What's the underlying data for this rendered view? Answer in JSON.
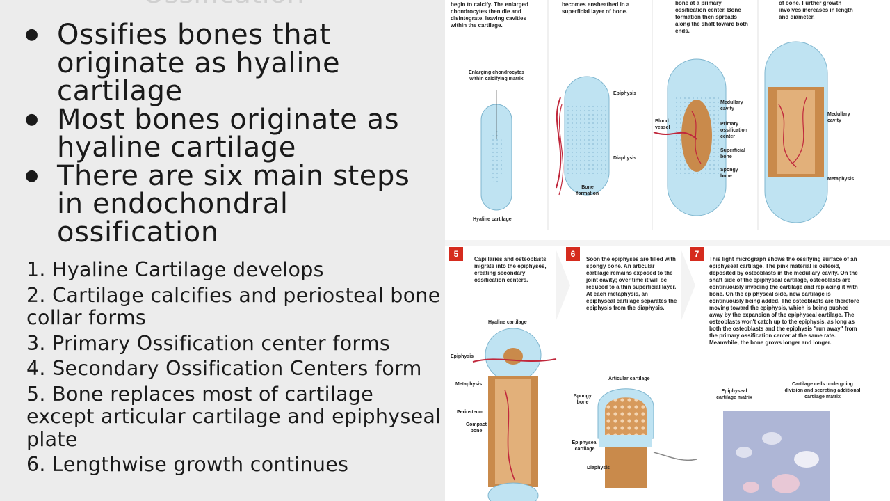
{
  "slide": {
    "title": "Ossification",
    "bullets": [
      {
        "text": "Ossifies bones that originate as hyaline cartilage"
      },
      {
        "text": "Most bones originate as hyaline cartilage"
      },
      {
        "text": "There are six main steps in endochondral ossification"
      }
    ],
    "steps": [
      "1. Hyaline Cartilage develops",
      "2. Cartilage calcifies and periosteal bone collar forms",
      "3. Primary Ossification center forms",
      "4. Secondary Ossification Centers form",
      "5. Bone replaces most of cartilage except articular cartilage and epiphyseal plate",
      "6. Lengthwise growth continues"
    ]
  },
  "figure": {
    "top_texts": [
      "begin to calcify. The enlarged chondrocytes then die and disintegrate, leaving cavities within the cartilage.",
      "becomes ensheathed in a superficial layer of bone.",
      "bone at a primary ossification center. Bone formation then spreads along the shaft toward both ends.",
      "of bone. Further growth involves increases in length and diameter."
    ],
    "labels": {
      "enlarging": "Enlarging chondrocytes within calcifying matrix",
      "hyaline_cartilage": "Hyaline cartilage",
      "epiphysis": "Epiphysis",
      "diaphysis": "Diaphysis",
      "bone_formation": "Bone formation",
      "blood_vessel": "Blood vessel",
      "medullary_cavity": "Medullary cavity",
      "primary_center": "Primary ossification center",
      "superficial_bone": "Superficial bone",
      "spongy_bone": "Spongy bone",
      "medullary_cavity_2": "Medullary cavity",
      "metaphysis": "Metaphysis",
      "hyaline_cartilage_2": "Hyaline cartilage",
      "epiphysis_2": "Epiphysis",
      "metaphysis_2": "Metaphysis",
      "periosteum": "Periosteum",
      "compact_bone": "Compact bone",
      "articular_cartilage": "Articular cartilage",
      "spongy_bone_2": "Spongy bone",
      "epiphyseal_cartilage": "Epiphyseal cartilage",
      "diaphysis_2": "Diaphysis",
      "epiphyseal_matrix": "Epiphyseal cartilage matrix",
      "cartilage_cells": "Cartilage cells undergoing division and secreting additional cartilage matrix"
    },
    "panel5": {
      "badge": "5",
      "text": "Capillaries and osteoblasts migrate into the epiphyses, creating secondary ossification centers."
    },
    "panel6": {
      "badge": "6",
      "text": "Soon the epiphyses are filled with spongy bone. An articular cartilage remains exposed to the joint cavity; over time it will be reduced to a thin superficial layer. At each metaphysis, an epiphyseal cartilage separates the epiphysis from the diaphysis."
    },
    "panel7": {
      "badge": "7",
      "text": "This light micrograph shows the ossifying surface of an epiphyseal cartilage. The pink material is osteoid, deposited by osteoblasts in the medullary cavity. On the shaft side of the epiphyseal cartilage, osteoblasts are continuously invading the cartilage and replacing it with bone. On the epiphyseal side, new cartilage is continuously being added. The osteoblasts are therefore moving toward the epiphysis, which is being pushed away by the expansion of the epiphyseal cartilage. The osteoblasts won't catch up to the epiphysis, as long as both the osteoblasts and the epiphysis \"run away\" from the primary ossification center at the same rate. Meanwhile, the bone grows longer and longer."
    }
  },
  "colors": {
    "cartilage": "#bfe3f2",
    "bone": "#c98a4b",
    "vessel": "#c0283c",
    "badge": "#d52b1e"
  }
}
